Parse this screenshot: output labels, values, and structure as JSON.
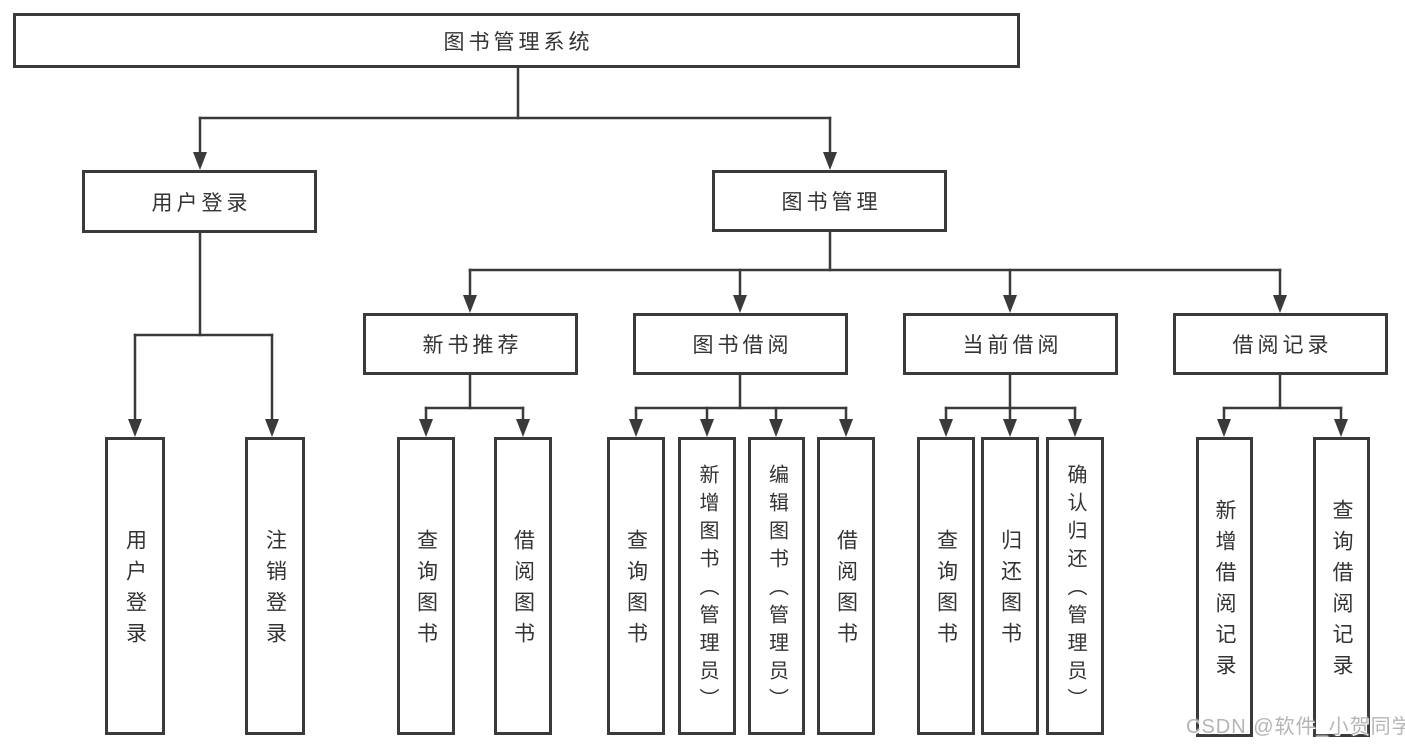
{
  "tree": {
    "root": {
      "label": "图书管理系统"
    },
    "branches": [
      {
        "label": "用户登录",
        "children": [
          {
            "label": "用户登录"
          },
          {
            "label": "注销登录"
          }
        ]
      },
      {
        "label": "图书管理",
        "children": [
          {
            "label": "新书推荐",
            "children": [
              {
                "label": "查询图书"
              },
              {
                "label": "借阅图书"
              }
            ]
          },
          {
            "label": "图书借阅",
            "children": [
              {
                "label": "查询图书"
              },
              {
                "label": "新增图书（管理员）"
              },
              {
                "label": "编辑图书（管理员）"
              },
              {
                "label": "借阅图书"
              }
            ]
          },
          {
            "label": "当前借阅",
            "children": [
              {
                "label": "查询图书"
              },
              {
                "label": "归还图书"
              },
              {
                "label": "确认归还（管理员）"
              }
            ]
          },
          {
            "label": "借阅记录",
            "children": [
              {
                "label": "新增借阅记录"
              },
              {
                "label": "查询借阅记录"
              }
            ]
          }
        ]
      }
    ]
  },
  "watermark": {
    "text": "CSDN @软件_小贺同学"
  },
  "colors": {
    "line": "#3a3a3a",
    "text": "#333333",
    "watermark": "#b5b5b5",
    "background": "#ffffff"
  }
}
